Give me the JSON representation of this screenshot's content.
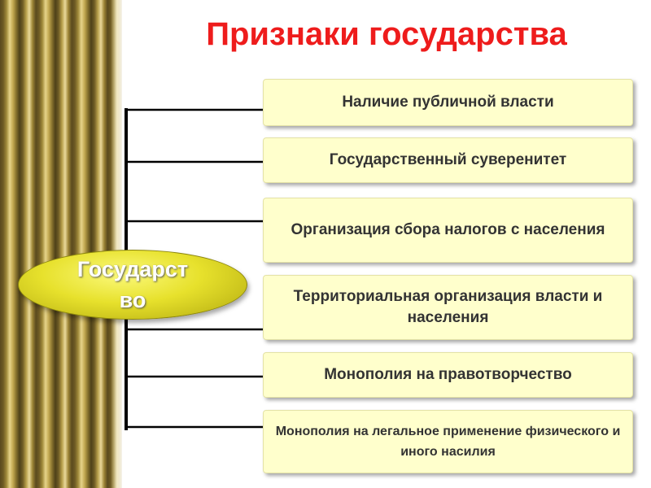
{
  "title": "Признаки государства",
  "center_node": "Государство",
  "center_node_display": "Государст во",
  "features": [
    "Наличие публичной власти",
    "Государственный суверенитет",
    "Организация сбора налогов с населения",
    "Территориальная организация власти  и населения",
    "Монополия на правотворчество",
    "Монополия на легальное применение физического и иного насилия"
  ],
  "colors": {
    "title": "#ee1c1c",
    "box_fill": "#ffffcc",
    "connector": "#000000",
    "ellipse": "#e7e12c"
  }
}
